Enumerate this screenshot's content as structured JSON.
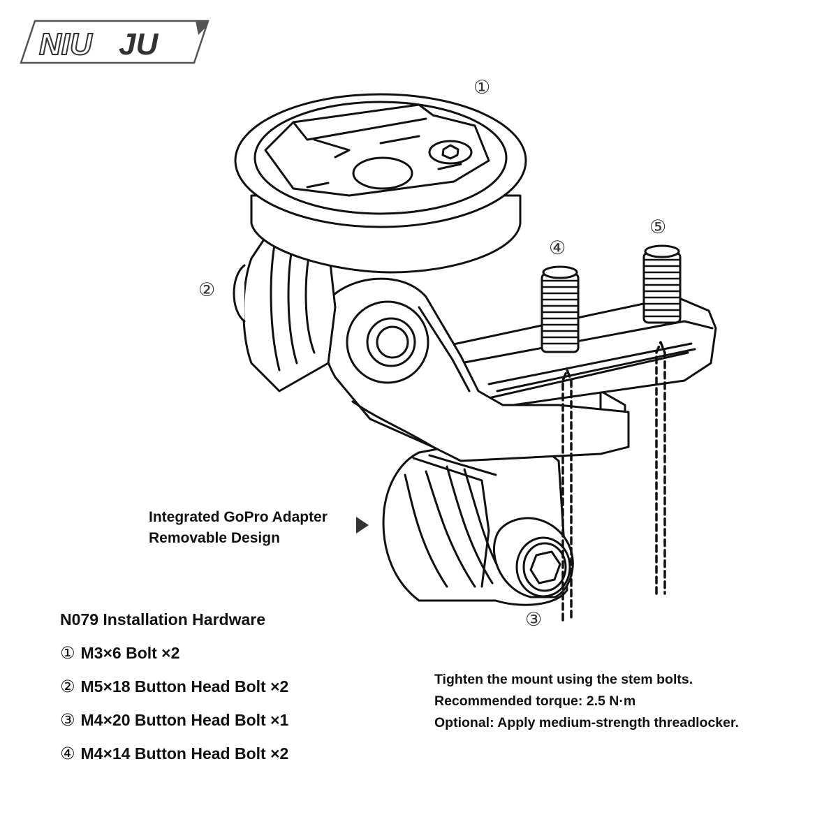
{
  "brand": {
    "logo_text": "NIU JU",
    "logo_part1": "NIU",
    "logo_part2": "JU"
  },
  "diagram": {
    "callouts": [
      "①",
      "②",
      "③",
      "④",
      "⑤"
    ]
  },
  "adapter_note": {
    "line1": "Integrated GoPro Adapter",
    "line2": "Removable Design"
  },
  "hardware": {
    "title": "N079 Installation Hardware",
    "items": [
      {
        "num": "①",
        "text": "M3×6 Bolt ×2"
      },
      {
        "num": "②",
        "text": "M5×18 Button Head Bolt ×2"
      },
      {
        "num": "③",
        "text": "M4×20 Button Head Bolt ×1"
      },
      {
        "num": "④",
        "text": "M4×14 Button Head Bolt ×2"
      }
    ]
  },
  "notes": {
    "line1": "Tighten the mount using the stem bolts.",
    "line2": "Recommended torque: 2.5 N·m",
    "line3": "Optional: Apply medium-strength threadlocker."
  }
}
